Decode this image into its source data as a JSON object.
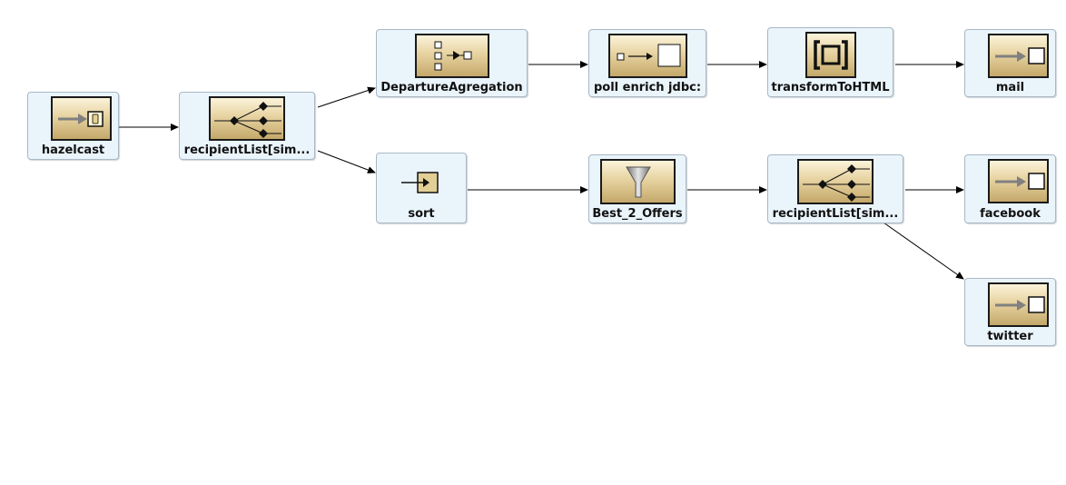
{
  "diagram": {
    "nodes": {
      "hazelcast": {
        "label": "hazelcast",
        "icon": "endpoint-in-icon"
      },
      "recipient_list_1": {
        "label": "recipientList[sim...",
        "icon": "recipient-list-icon"
      },
      "departure_agregation": {
        "label": "DepartureAgregation",
        "icon": "aggregator-icon"
      },
      "poll_enrich": {
        "label": "poll enrich jdbc:",
        "icon": "poll-enrich-icon"
      },
      "transform_to_html": {
        "label": "transformToHTML",
        "icon": "transform-icon"
      },
      "mail": {
        "label": "mail",
        "icon": "endpoint-out-icon"
      },
      "sort": {
        "label": "sort",
        "icon": "sort-icon"
      },
      "best_2_offers": {
        "label": "Best_2_Offers",
        "icon": "filter-funnel-icon"
      },
      "recipient_list_2": {
        "label": "recipientList[sim...",
        "icon": "recipient-list-icon"
      },
      "facebook": {
        "label": "facebook",
        "icon": "endpoint-out-icon"
      },
      "twitter": {
        "label": "twitter",
        "icon": "endpoint-out-icon"
      }
    },
    "edges": [
      {
        "from": "hazelcast",
        "to": "recipient_list_1"
      },
      {
        "from": "recipient_list_1",
        "to": "departure_agregation"
      },
      {
        "from": "recipient_list_1",
        "to": "sort"
      },
      {
        "from": "departure_agregation",
        "to": "poll_enrich"
      },
      {
        "from": "poll_enrich",
        "to": "transform_to_html"
      },
      {
        "from": "transform_to_html",
        "to": "mail"
      },
      {
        "from": "sort",
        "to": "best_2_offers"
      },
      {
        "from": "best_2_offers",
        "to": "recipient_list_2"
      },
      {
        "from": "recipient_list_2",
        "to": "facebook"
      },
      {
        "from": "recipient_list_2",
        "to": "twitter"
      }
    ]
  }
}
